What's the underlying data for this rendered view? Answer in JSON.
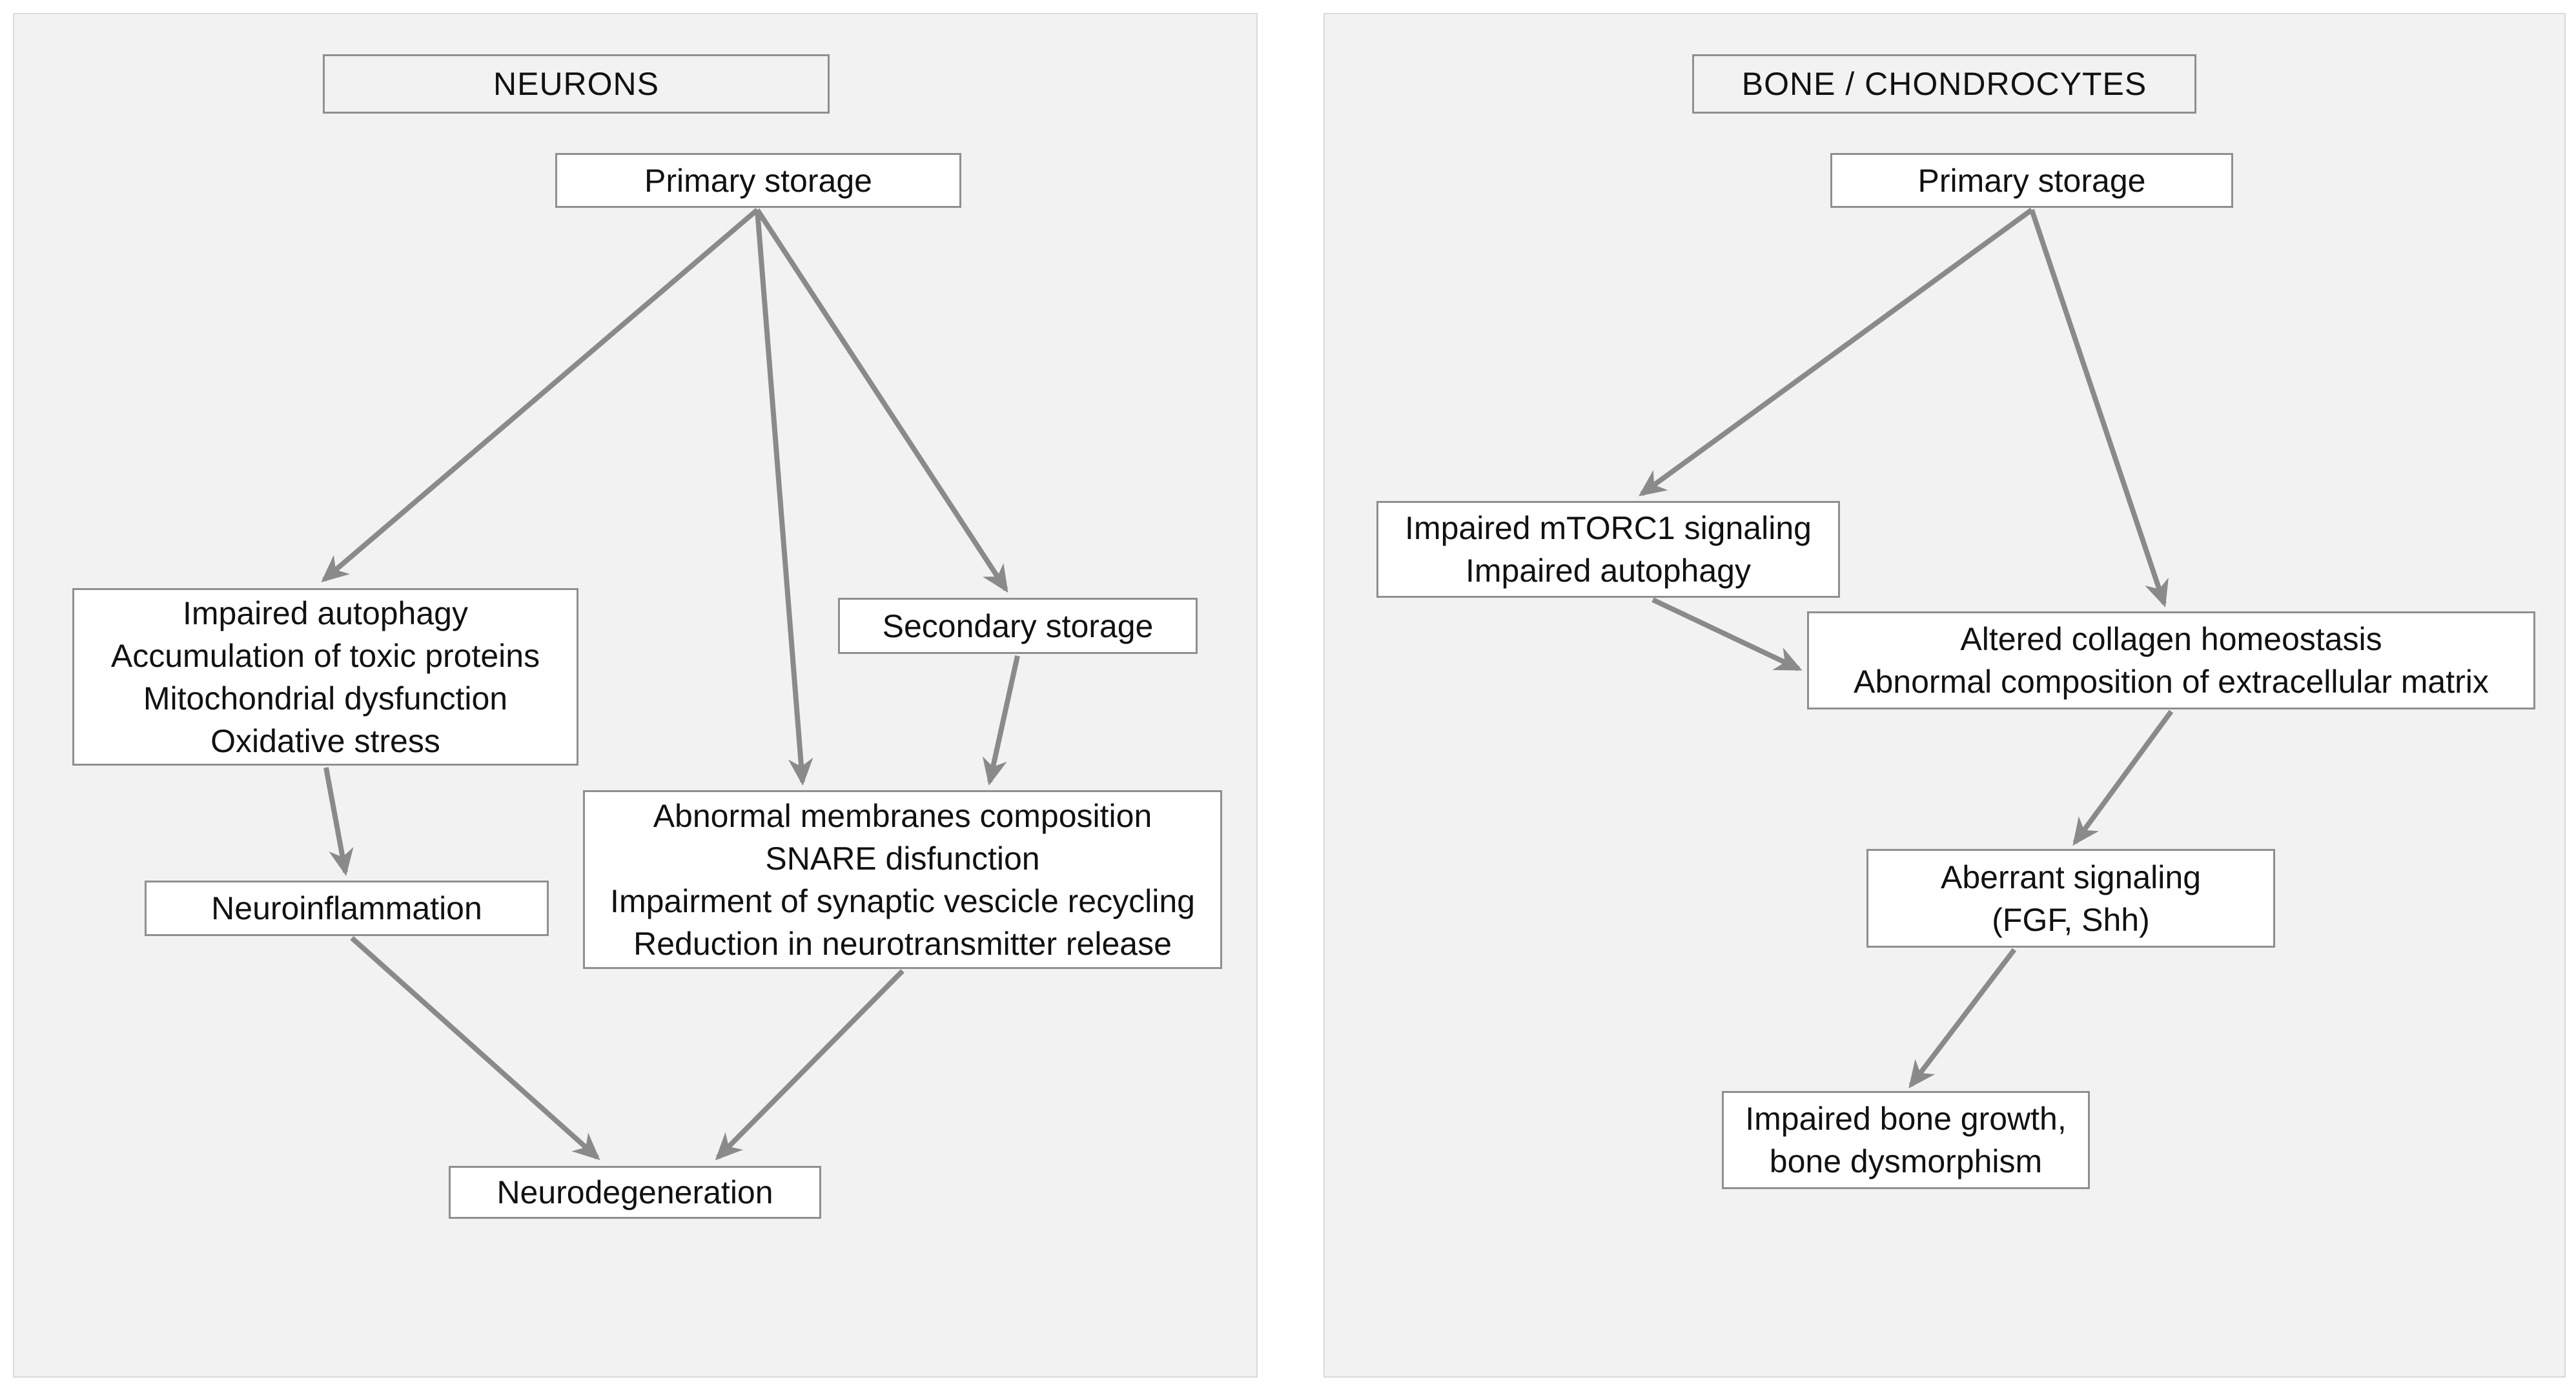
{
  "style": {
    "page_background": "#ffffff",
    "panel_background": "#f2f2f2",
    "panel_border": "#dadada",
    "node_background": "#ffffff",
    "node_border": "#8f8f8f",
    "arrow_color": "#8a8a8a",
    "text_color": "#111111"
  },
  "diagram": {
    "left_panel": {
      "title": "NEURONS",
      "nodes": {
        "primary_storage": "Primary storage",
        "impaired_autophagy": "Impaired autophagy\nAccumulation of toxic proteins\nMitochondrial dysfunction\nOxidative stress",
        "secondary_storage": "Secondary storage",
        "abnormal_membranes": "Abnormal membranes composition\nSNARE disfunction\nImpairment of synaptic vescicle recycling\nReduction in neurotransmitter release",
        "neuroinflammation": "Neuroinflammation",
        "neurodegeneration": "Neurodegeneration"
      },
      "edges": [
        {
          "from": "primary_storage",
          "to": "impaired_autophagy"
        },
        {
          "from": "primary_storage",
          "to": "abnormal_membranes"
        },
        {
          "from": "primary_storage",
          "to": "secondary_storage"
        },
        {
          "from": "secondary_storage",
          "to": "abnormal_membranes"
        },
        {
          "from": "impaired_autophagy",
          "to": "neuroinflammation"
        },
        {
          "from": "neuroinflammation",
          "to": "neurodegeneration"
        },
        {
          "from": "abnormal_membranes",
          "to": "neurodegeneration"
        }
      ]
    },
    "right_panel": {
      "title": "BONE / CHONDROCYTES",
      "nodes": {
        "primary_storage": "Primary storage",
        "impaired_mtorc1": "Impaired mTORC1 signaling\nImpaired autophagy",
        "altered_collagen": "Altered collagen homeostasis\nAbnormal composition of extracellular matrix",
        "aberrant_signaling": "Aberrant signaling\n(FGF, Shh)",
        "impaired_bone_growth": "Impaired bone growth,\nbone dysmorphism"
      },
      "edges": [
        {
          "from": "primary_storage",
          "to": "impaired_mtorc1"
        },
        {
          "from": "primary_storage",
          "to": "altered_collagen"
        },
        {
          "from": "impaired_mtorc1",
          "to": "altered_collagen"
        },
        {
          "from": "altered_collagen",
          "to": "aberrant_signaling"
        },
        {
          "from": "aberrant_signaling",
          "to": "impaired_bone_growth"
        }
      ]
    }
  }
}
